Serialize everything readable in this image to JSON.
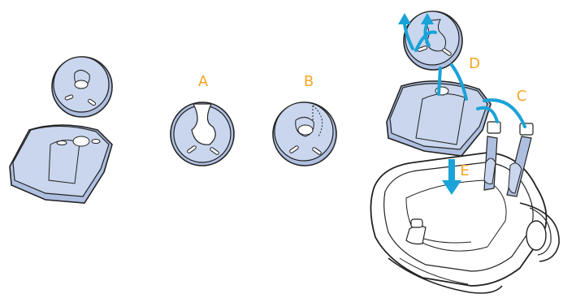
{
  "labels": {
    "a": "A",
    "b": "B",
    "c": "C",
    "d": "D",
    "e": "E"
  },
  "colors": {
    "padding_fill": "#c9d6ee",
    "padding_shadow": "#aebfe0",
    "outline": "#222222",
    "arrow": "#1aa3d8",
    "label": "#f5a623",
    "seat_shell": "#ffffff"
  }
}
